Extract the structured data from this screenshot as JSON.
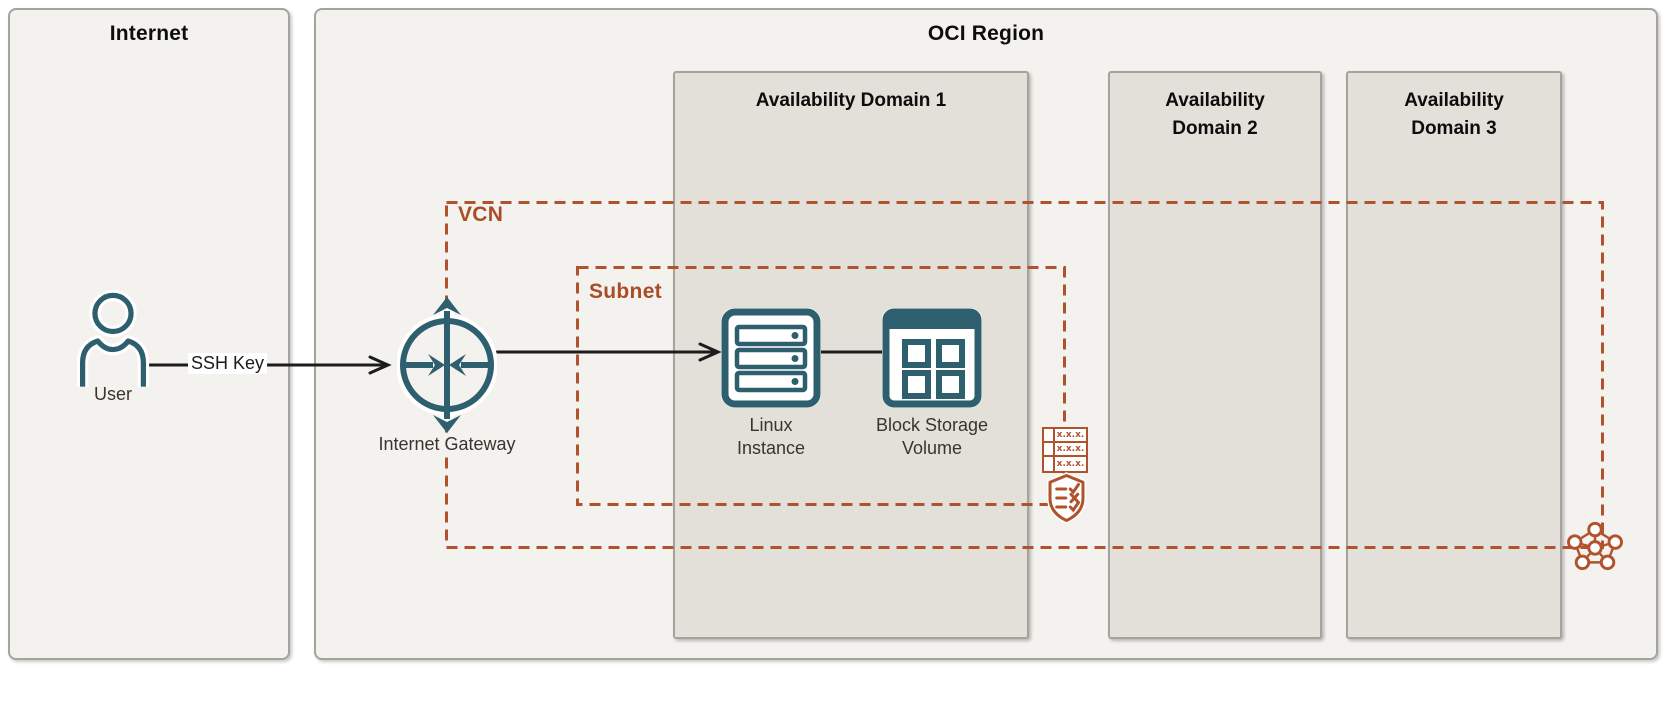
{
  "boxes": {
    "internet": {
      "title": "Internet"
    },
    "oci_region": {
      "title": "OCI Region"
    },
    "availability_domains": [
      {
        "label": "Availability Domain 1"
      },
      {
        "label": "Availability Domain 2"
      },
      {
        "label": "Availability Domain 3"
      }
    ]
  },
  "networks": {
    "vcn": {
      "label": "VCN"
    },
    "subnet": {
      "label": "Subnet"
    }
  },
  "nodes": {
    "user": {
      "label": "User",
      "icon": "user-icon"
    },
    "internet_gateway": {
      "label": "Internet Gateway",
      "icon": "internet-gateway-icon"
    },
    "linux_instance": {
      "label": "Linux Instance",
      "icon": "server-icon"
    },
    "block_storage_volume": {
      "label": "Block Storage Volume",
      "icon": "block-storage-icon"
    }
  },
  "connections": {
    "ssh": {
      "label": "SSH Key"
    }
  },
  "badges": {
    "route_table": {
      "icon": "route-table-icon",
      "rows": [
        "x.x.x.",
        "x.x.x.",
        "x.x.x."
      ]
    },
    "security_list": {
      "icon": "security-list-shield-icon"
    },
    "vcn_marker": {
      "icon": "network-cluster-icon"
    }
  },
  "colors": {
    "accent_orange": "#b0532c",
    "icon_teal": "#2d5f6e",
    "zone_fill": "#f4f2ef",
    "availability_domain_fill": "#e3e0da",
    "border_gray": "#a6a39c",
    "arrow_black": "#1c1c1c"
  }
}
